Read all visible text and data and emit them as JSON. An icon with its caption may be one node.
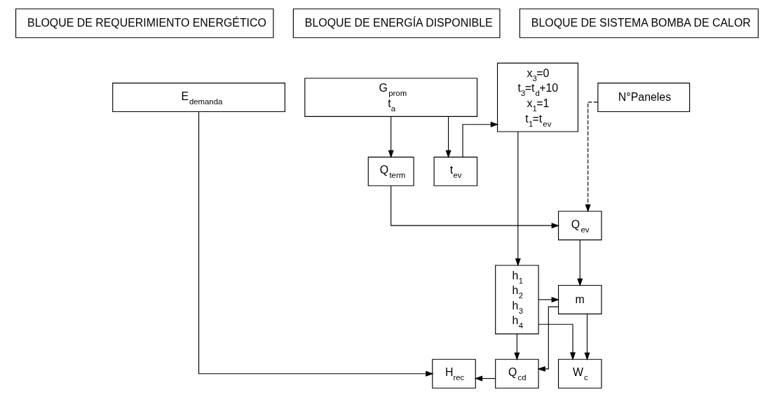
{
  "diagram": {
    "nodes": [
      {
        "text": [
          "BLOQUE DE REQUERIMIENTO ENERGÉTICO"
        ]
      },
      {
        "text": [
          "BLOQUE DE ENERGÍA DISPONIBLE"
        ]
      },
      {
        "text": [
          "BLOQUE DE SISTEMA BOMBA DE CALOR"
        ]
      },
      {
        "text": [
          "E$_{demanda}$"
        ]
      },
      {
        "text": [
          "G$_{prom}$",
          "t$_{a}$"
        ]
      },
      {
        "text": [
          "x$_{3}$=0",
          "t$_{3}$=t$_{d}$+10",
          "x$_{1}$=1",
          "t$_{1}$=t$_{ev}$"
        ]
      },
      {
        "text": [
          "N°Paneles"
        ]
      },
      {
        "text": [
          "Q$_{term}$"
        ]
      },
      {
        "text": [
          "t$_{ev}$"
        ]
      },
      {
        "text": [
          "Q$_{ev}$"
        ]
      },
      {
        "text": [
          "m"
        ]
      },
      {
        "text": [
          "h$_{1}$",
          "h$_{2}$",
          "h$_{3}$",
          "h$_{4}$"
        ]
      },
      {
        "text": [
          "H$_{rec}$"
        ]
      },
      {
        "text": [
          "Q$_{cd}$"
        ]
      },
      {
        "text": [
          "W$_{c}$"
        ]
      }
    ],
    "edges": [
      {
        "from": 3,
        "to": 12,
        "arrow": "to"
      },
      {
        "from": 4,
        "to": 7,
        "arrow": "to"
      },
      {
        "from": 4,
        "to": 8,
        "arrow": "to"
      },
      {
        "from": 8,
        "to": 5,
        "arrow": "to"
      },
      {
        "from": 7,
        "to": 9,
        "arrow": "to"
      },
      {
        "from": 6,
        "to": 9,
        "arrow": "to",
        "style": "dashed"
      },
      {
        "from": 5,
        "to": 11,
        "arrow": "to"
      },
      {
        "from": 9,
        "to": 10,
        "arrow": "to"
      },
      {
        "from": 11,
        "to": 10,
        "arrow": "to"
      },
      {
        "from": 10,
        "to": 13,
        "arrow": "to"
      },
      {
        "from": 10,
        "to": 14,
        "arrow": "to"
      },
      {
        "from": 13,
        "to": 12,
        "arrow": "to"
      },
      {
        "from": 11,
        "to": 14,
        "arrow": "to"
      },
      {
        "from": 11,
        "to": 13,
        "arrow": "to"
      }
    ]
  }
}
